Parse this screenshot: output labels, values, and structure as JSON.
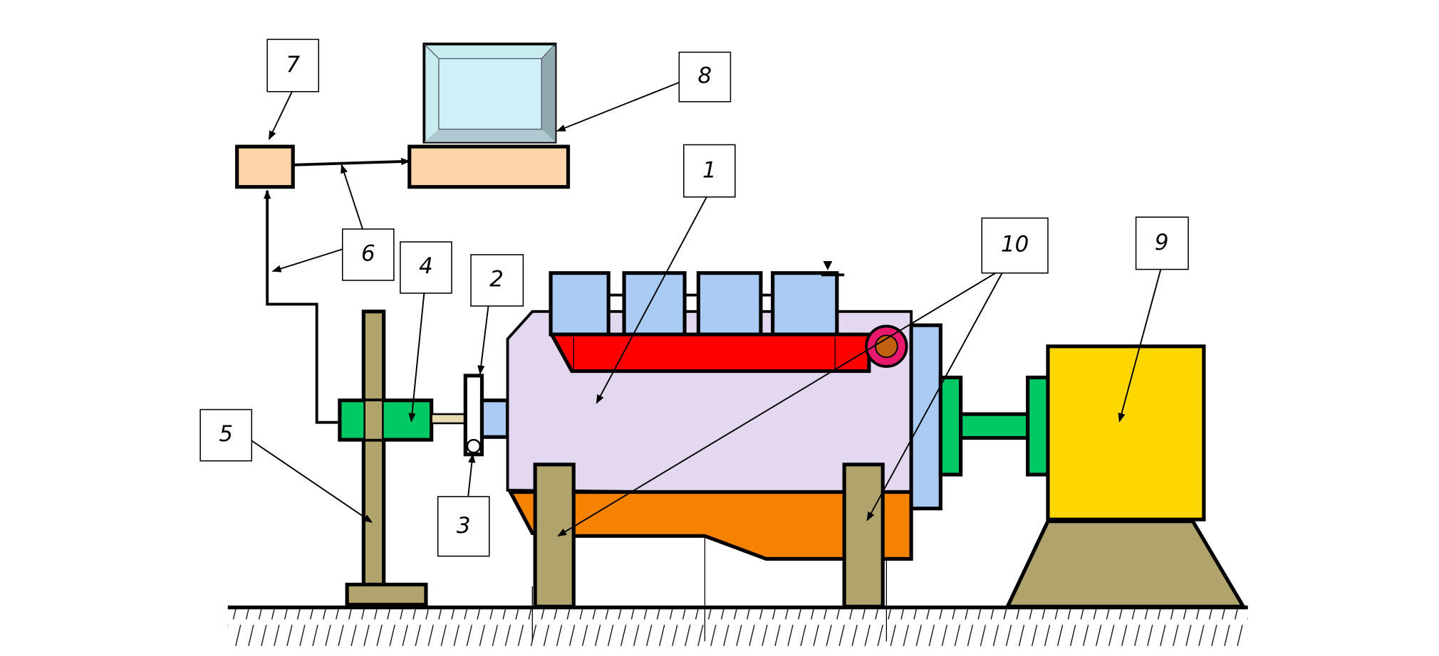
{
  "diagram": {
    "type": "engine test bench schematic",
    "labels": [
      {
        "id": "label-1",
        "text": "1"
      },
      {
        "id": "label-2",
        "text": "2"
      },
      {
        "id": "label-3",
        "text": "3"
      },
      {
        "id": "label-4",
        "text": "4"
      },
      {
        "id": "label-5",
        "text": "5"
      },
      {
        "id": "label-6",
        "text": "6"
      },
      {
        "id": "label-7",
        "text": "7"
      },
      {
        "id": "label-8",
        "text": "8"
      },
      {
        "id": "label-9",
        "text": "9"
      },
      {
        "id": "label-10",
        "text": "10"
      }
    ],
    "colors": {
      "engine_block": "#e4d8f0",
      "cylinders": "#aaccf4",
      "manifold": "#ff0000",
      "sump": "#f58200",
      "dynamometer": "#ffd700",
      "supports": "#b0a46c",
      "couplings": "#00c864",
      "device_boxes": "#fdd5a8",
      "screen": "#d0f0f8",
      "ring": "#e8186c"
    }
  }
}
